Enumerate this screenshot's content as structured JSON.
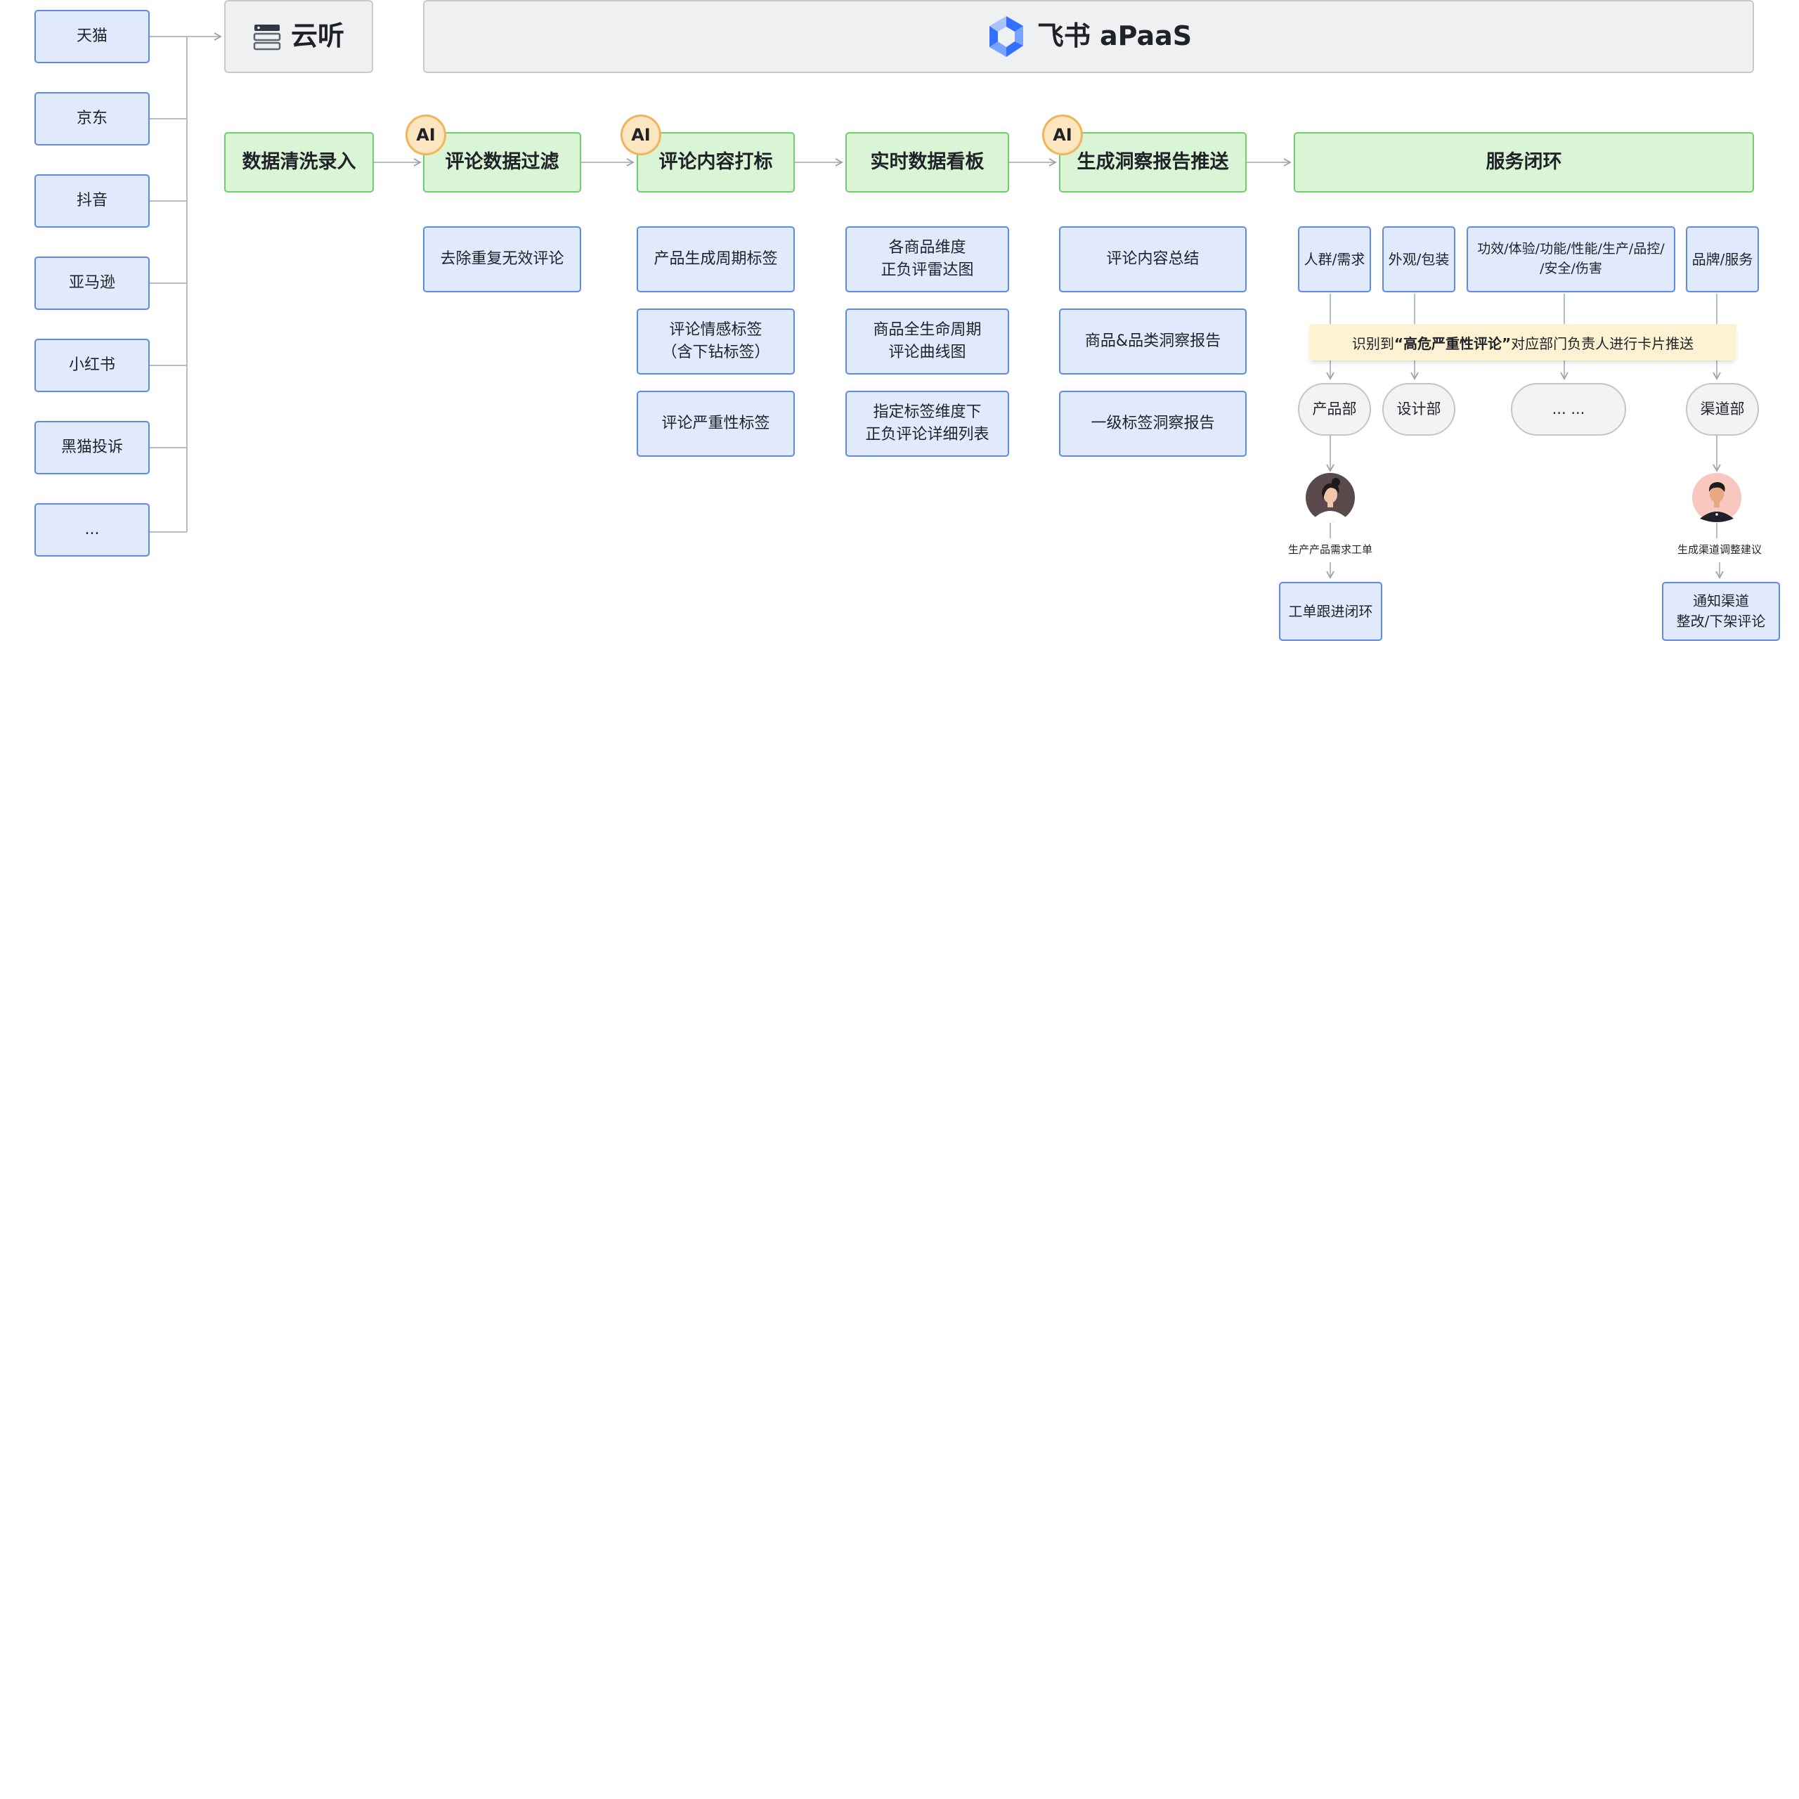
{
  "sources": [
    "天猫",
    "京东",
    "抖音",
    "亚马逊",
    "小红书",
    "黑猫投诉",
    "..."
  ],
  "yunting": {
    "label": "云听",
    "icon": "server-stack-icon"
  },
  "aPaaS": {
    "label": "飞书 aPaaS",
    "icon": "feishu-logo-icon"
  },
  "ai_badge": "AI",
  "stages": [
    {
      "title": "数据清洗录入",
      "ai": false,
      "items": []
    },
    {
      "title": "评论数据过滤",
      "ai": true,
      "items": [
        "去除重复无效评论"
      ]
    },
    {
      "title": "评论内容打标",
      "ai": true,
      "items": [
        "产品生成周期标签",
        "评论情感标签\n（含下钻标签）",
        "评论严重性标签"
      ]
    },
    {
      "title": "实时数据看板",
      "ai": false,
      "items": [
        "各商品维度\n正负评雷达图",
        "商品全生命周期\n评论曲线图",
        "指定标签维度下\n正负评论详细列表"
      ]
    },
    {
      "title": "生成洞察报告推送",
      "ai": true,
      "items": [
        "评论内容总结",
        "商品&品类洞察报告",
        "一级标签洞察报告"
      ]
    }
  ],
  "service": {
    "title": "服务闭环",
    "categories": [
      "人群/需求",
      "外观/包装",
      "功效/体验/功能/性能/生产/品控/\n/安全/伤害",
      "品牌/服务"
    ],
    "alert": {
      "prefix": "识别到",
      "highlight": "“高危严重性评论”",
      "suffix": "对应部门负责人进行卡片推送"
    },
    "departments": [
      "产品部",
      "设计部",
      "... ...",
      "渠道部"
    ],
    "flows": [
      {
        "action": "生产产品需求工单",
        "result": "工单跟进闭环"
      },
      {
        "action": "生成渠道调整建议",
        "result": "通知渠道\n整改/下架评论"
      }
    ]
  },
  "colors": {
    "blue_fill": "#e1eafc",
    "blue_border": "#5b8ae8",
    "green_fill": "#d9f5d6",
    "green_border": "#6fcf6a",
    "ai_fill": "#fde6c0",
    "ai_border": "#f4b45a",
    "alert_fill": "#fdf3d2",
    "line": "#b7bcc2"
  }
}
